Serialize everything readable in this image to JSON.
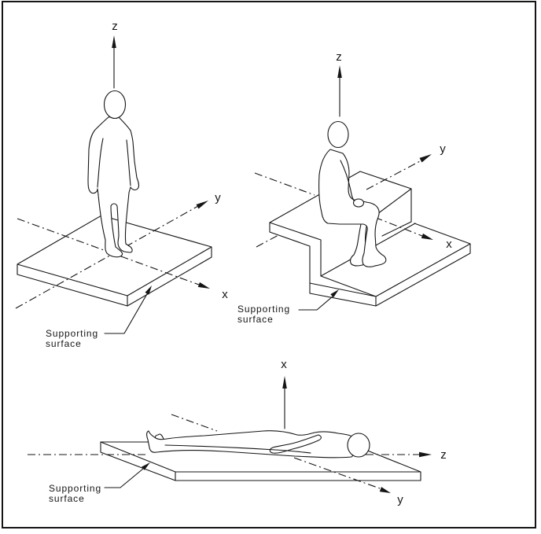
{
  "diagram": {
    "standing": {
      "axis_z": "z",
      "axis_y": "y",
      "axis_x": "x",
      "surface_label_1": "Supporting",
      "surface_label_2": "surface"
    },
    "seated": {
      "axis_z": "z",
      "axis_y": "y",
      "axis_x": "x",
      "surface_label_1": "Supporting",
      "surface_label_2": "surface"
    },
    "lying": {
      "axis_x": "x",
      "axis_z": "z",
      "axis_y": "y",
      "surface_label_1": "Supporting",
      "surface_label_2": "surface"
    },
    "colors": {
      "line": "#151515",
      "background": "#ffffff"
    }
  }
}
